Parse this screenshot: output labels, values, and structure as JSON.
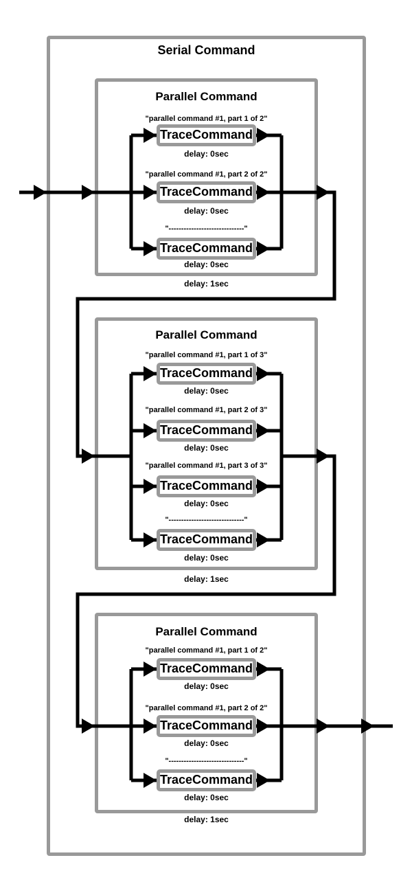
{
  "diagram": {
    "serial_title": "Serial Command",
    "colors": {
      "frame_gray": "#999999",
      "line_black": "#000000",
      "background": "#ffffff"
    }
  },
  "sections": [
    {
      "title": "Parallel Command",
      "outer_delay": "delay: 1sec",
      "rows": [
        {
          "caption": "\"parallel command #1, part 1 of 2\"",
          "box_label": "TraceCommand",
          "delay": "delay: 0sec"
        },
        {
          "caption": "\"parallel command #1, part 2 of 2\"",
          "box_label": "TraceCommand",
          "delay": "delay: 0sec"
        },
        {
          "caption": "\"------------------------------\"",
          "box_label": "TraceCommand",
          "delay": "delay: 0sec"
        }
      ]
    },
    {
      "title": "Parallel Command",
      "outer_delay": "delay: 1sec",
      "rows": [
        {
          "caption": "\"parallel command #1, part 1 of 3\"",
          "box_label": "TraceCommand",
          "delay": "delay: 0sec"
        },
        {
          "caption": "\"parallel command #1, part 2 of 3\"",
          "box_label": "TraceCommand",
          "delay": "delay: 0sec"
        },
        {
          "caption": "\"parallel command #1, part 3 of 3\"",
          "box_label": "TraceCommand",
          "delay": "delay: 0sec"
        },
        {
          "caption": "\"------------------------------\"",
          "box_label": "TraceCommand",
          "delay": "delay: 0sec"
        }
      ]
    },
    {
      "title": "Parallel Command",
      "outer_delay": "delay: 1sec",
      "rows": [
        {
          "caption": "\"parallel command #1, part 1 of 2\"",
          "box_label": "TraceCommand",
          "delay": "delay: 0sec"
        },
        {
          "caption": "\"parallel command #1, part 2 of 2\"",
          "box_label": "TraceCommand",
          "delay": "delay: 0sec"
        },
        {
          "caption": "\"------------------------------\"",
          "box_label": "TraceCommand",
          "delay": "delay: 0sec"
        }
      ]
    }
  ]
}
